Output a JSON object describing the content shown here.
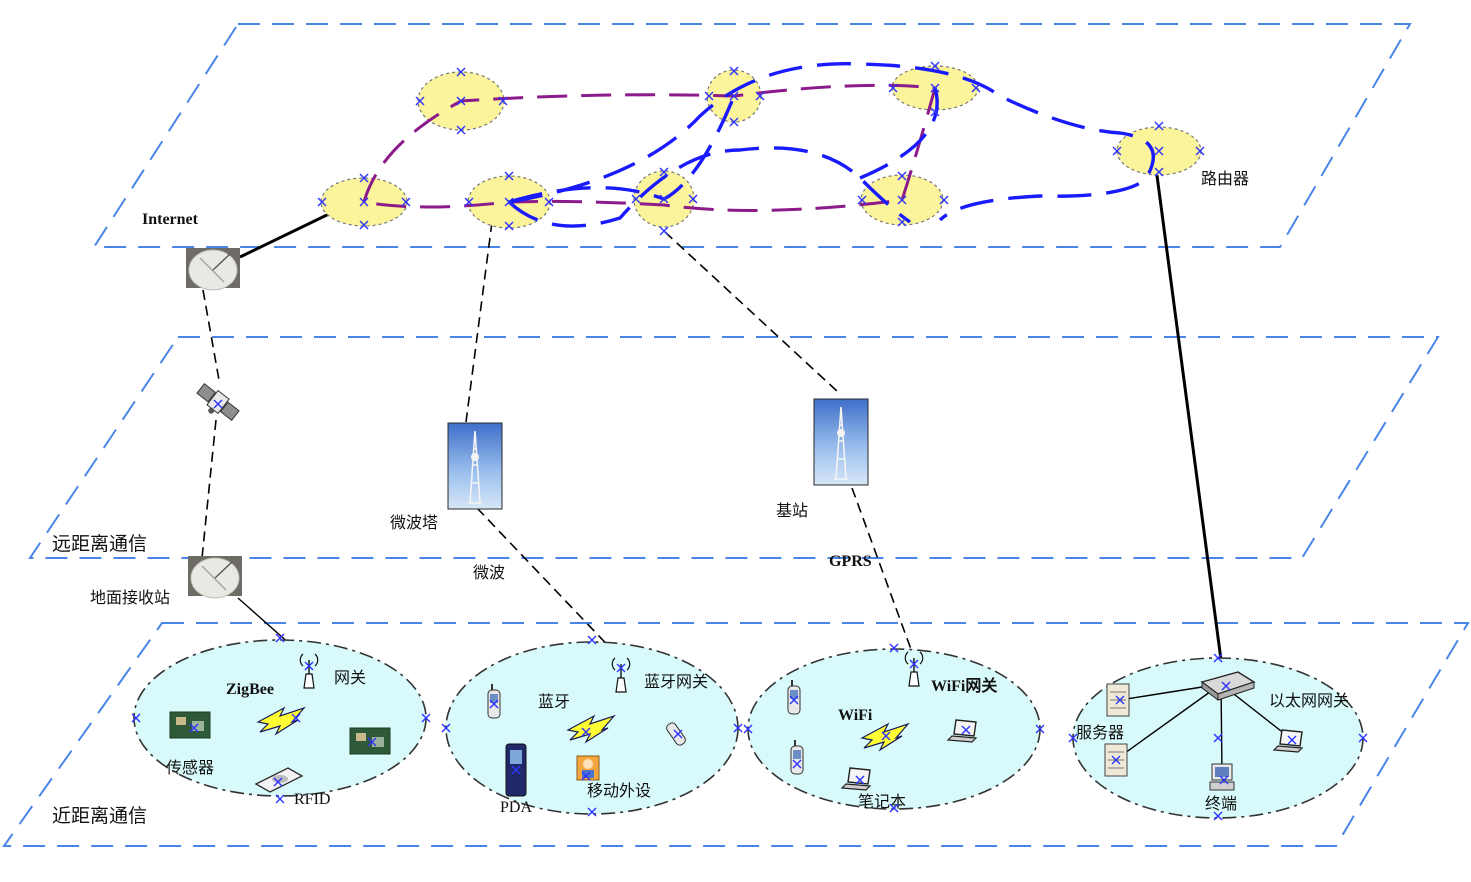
{
  "layers": {
    "internet": "Internet",
    "long_range": "远距离通信",
    "short_range": "近距离通信"
  },
  "top_layer": {
    "router": "路由器"
  },
  "middle_layer": {
    "microwave_tower": "微波塔",
    "base_station": "基站",
    "ground_station": "地面接收站",
    "microwave_link": "微波",
    "gprs_link": "GPRS"
  },
  "zigbee_net": {
    "title": "ZigBee",
    "gateway": "网关",
    "sensor": "传感器",
    "rfid": "RFID"
  },
  "bluetooth_net": {
    "title": "蓝牙",
    "gateway": "蓝牙网关",
    "pda": "PDA",
    "peripheral": "移动外设"
  },
  "wifi_net": {
    "title": "WiFi",
    "gateway": "WiFi网关",
    "laptop": "笔记本"
  },
  "ethernet_net": {
    "gateway": "以太网网关",
    "server": "服务器",
    "terminal": "终端"
  },
  "colors": {
    "plane": "#4a86e8",
    "node_fill": "#fbf49b",
    "purple_path": "#8b1a8b",
    "blue_path": "#1a1aff",
    "cloud_fill": "#d8fafa",
    "marker": "#2f34ff"
  },
  "icons": [
    "satellite-dish-icon",
    "satellite-icon",
    "tower-icon",
    "antenna-icon",
    "sensor-board-icon",
    "rfid-reader-icon",
    "phone-icon",
    "pda-icon",
    "laptop-icon",
    "server-icon",
    "switch-icon",
    "terminal-icon",
    "lightning-icon"
  ]
}
